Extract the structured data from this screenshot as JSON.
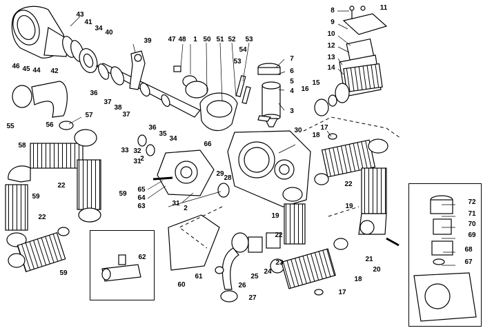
{
  "labels": {
    "l1": "1",
    "l2": "2",
    "l2b": "2",
    "l3": "3",
    "l4": "4",
    "l5": "5",
    "l6": "6",
    "l7": "7",
    "l8": "8",
    "l9": "9",
    "l10": "10",
    "l11": "11",
    "l12": "12",
    "l13": "13",
    "l14": "14",
    "l15": "15",
    "l16": "16",
    "l17": "17",
    "l17b": "17",
    "l18": "18",
    "l18b": "18",
    "l19": "19",
    "l19b": "19",
    "l20": "20",
    "l21": "21",
    "l22": "22",
    "l22b": "22",
    "l22c": "22",
    "l22d": "22",
    "l23": "23",
    "l24": "24",
    "l25": "25",
    "l26": "26",
    "l27": "27",
    "l28": "28",
    "l29": "29",
    "l30": "30",
    "l31": "31",
    "l31b": "31",
    "l32": "32",
    "l33": "33",
    "l34": "34",
    "l34b": "34",
    "l35": "35",
    "l36": "36",
    "l36b": "36",
    "l37": "37",
    "l37b": "37",
    "l38": "38",
    "l39": "39",
    "l40": "40",
    "l41": "41",
    "l42": "42",
    "l43": "43",
    "l44": "44",
    "l45": "45",
    "l46": "46",
    "l47": "47",
    "l48": "48",
    "l50": "50",
    "l51": "51",
    "l52": "52",
    "l53": "53",
    "l53b": "53",
    "l54": "54",
    "l55": "55",
    "l56": "56",
    "l57": "57",
    "l58": "58",
    "l59": "59",
    "l59b": "59",
    "l59c": "59",
    "l60": "60",
    "l61": "61",
    "l62": "62",
    "l63": "63",
    "l64": "64",
    "l65": "65",
    "l66": "66",
    "l67": "67",
    "l68": "68",
    "l69": "69",
    "l70": "70",
    "l71": "71",
    "l72": "72"
  }
}
